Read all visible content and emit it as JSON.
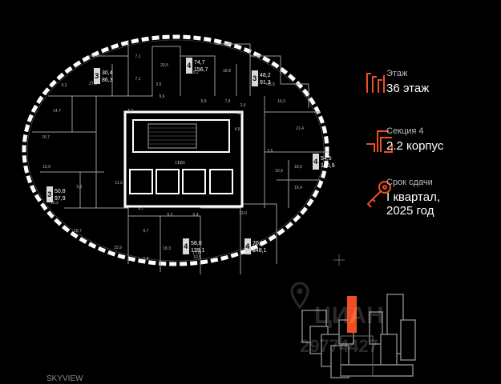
{
  "info": {
    "floor_caption": "Этаж",
    "floor_value": "36 этаж",
    "section_caption": "Секция 4",
    "section_value": "2.2 корпус",
    "deadline_caption": "Срок сдачи",
    "deadline_line1": "I квартал,",
    "deadline_line2": "2025 год"
  },
  "badges": [
    {
      "rooms": "3",
      "area": "30,4",
      "total": "86,3"
    },
    {
      "rooms": "4",
      "area": "74,7",
      "total": "156,7"
    },
    {
      "rooms": "3",
      "area": "48,2",
      "total": "91,3"
    },
    {
      "rooms": "4",
      "area": "54,5",
      "total": "126,9"
    },
    {
      "rooms": "3",
      "area": "50,8",
      "total": "97,9"
    },
    {
      "rooms": "4",
      "area": "58,0",
      "total": "139,1"
    },
    {
      "rooms": "4",
      "area": "70,6",
      "total": "148,1"
    }
  ],
  "room_labels": [
    "7,1",
    "20,5",
    "7,1",
    "19,2",
    "18,8",
    "16,5",
    "9,3",
    "27,8",
    "14,7",
    "5,2",
    "2,5",
    "9,6",
    "5,9",
    "7,9",
    "10,3",
    "4,5",
    "2,9",
    "21,4",
    "15,7",
    "17,6",
    "4,9",
    "2,5",
    "15,9",
    "10,9",
    "18,6",
    "16,2",
    "11,3",
    "13,0",
    "16,4",
    "18,7",
    "8,7",
    "5,2",
    "6,4",
    "5,2",
    "15,9",
    "6,7",
    "18,3",
    "10,5",
    "16,6",
    "17,6",
    "5,8"
  ],
  "watermark": {
    "brand": "ЦИАН",
    "phone": "29774427"
  },
  "brand_footer": "SKYVIEW",
  "colors": {
    "accent": "#f04e23",
    "background": "#000000"
  },
  "icons": [
    "floor-icon",
    "section-icon",
    "key-icon",
    "location-pin-icon"
  ]
}
